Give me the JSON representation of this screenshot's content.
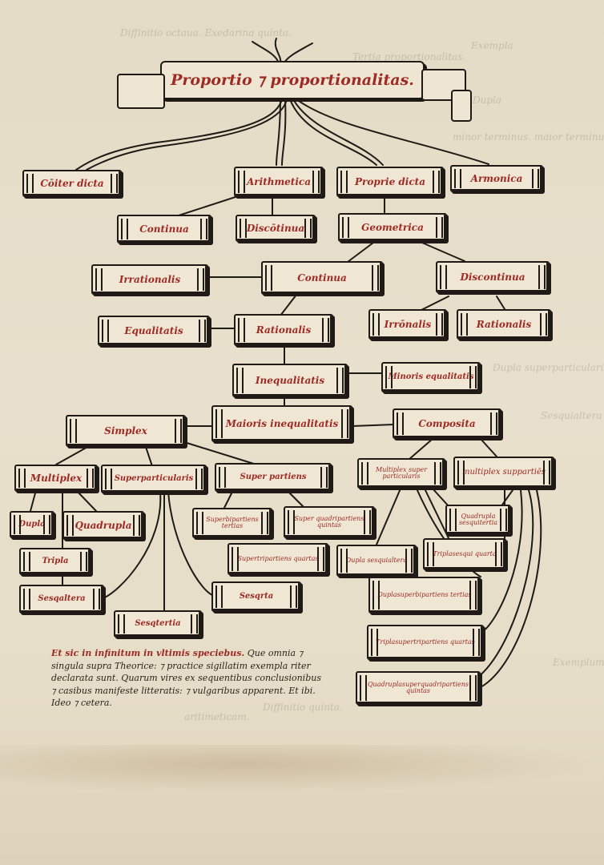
{
  "ghost_text": [
    "Diffinitio octaua. Exedarina quinta.",
    "Exempla",
    "Tertia proportionalitas.",
    "Dupla",
    "minor terminus. maior terminus.",
    "Dupla superparticularis",
    "Sesquialtera",
    "Exemplum",
    "aritimeticam.",
    "Diffinitio quinta."
  ],
  "banner": {
    "text": "Proportio ⁊ proportionalitas."
  },
  "nodes": {
    "coiter": "Cōiter dicta",
    "arithmetica": "Arithmetica",
    "proprie": "Proprie dicta",
    "armonica": "Armonica",
    "continua": "Continua",
    "discontinua": "Discōtinua",
    "geometrica": "Geometrica",
    "irrationalis": "Irrationalis",
    "continua2": "Continua",
    "discontinua2": "Discontinua",
    "equalitatis": "Equalitatis",
    "rationalis": "Rationalis",
    "irronalis": "Irrōnalis",
    "rationalis2": "Rationalis",
    "inequalitatis": "Inequalitatis",
    "minoris": "Minoris equalitatis",
    "simplex": "Simplex",
    "maioris": "Maioris inequalitatis",
    "composita": "Composita",
    "multiplex": "Multiplex",
    "superparticularis": "Superparticularis",
    "superpartiens": "Super partiens",
    "multiplex_superparticularis": "Multiplex super particularis",
    "multiplex_superpartiens": "multiplex suppartiēs",
    "dupla": "Dupla",
    "quadrupla": "Quadrupla",
    "superbipartiens": "Superbipartiens tertias",
    "superquadripartiens": "Super quadripartiens quintas",
    "quadrupla_sesq": "Quadrupla sesquitertia",
    "tripla": "Tripla",
    "supertripartiens": "Supertripartiens quartas",
    "dupla_sesq": "Dupla sesquialtera",
    "tripla_sesq": "Triplasesqui quarta",
    "sesqaltera": "Sesqaltera",
    "sesqrta": "Sesqrta",
    "duplasuperbipartiens": "Duplasuperbipartiens tertias",
    "sesqtertia": "Sesqtertia",
    "triplasupertripartiens": "Triplasupertripartiens quartas",
    "quadruplasuperquadri": "Quadruplasuperquadripartiens quintas"
  },
  "colophon": {
    "rubric": "Et sic in infinitum in vltimis speciebus.",
    "body": "Que omnia ⁊ singula supra Theorice: ⁊ practice sigillatim exempla riter declarata sunt. Quarum vires ex sequentibus conclusionibus ⁊ casibus manifeste litteratis: ⁊ vulgaribus apparent. Et ibi. Ideo ⁊ cetera."
  },
  "colors": {
    "rubric_red": "#9e2a24",
    "ink": "#1f1a15",
    "paper": "#e8e0cc"
  }
}
